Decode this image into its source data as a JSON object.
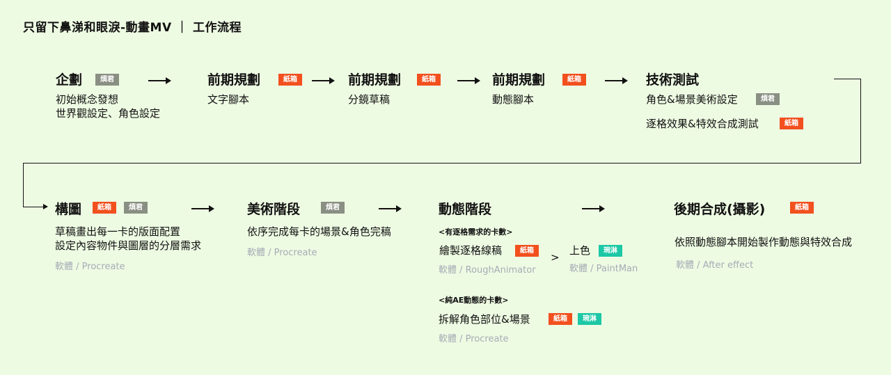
{
  "title": "只留下鼻涕和眼淚-動畫MV ｜ 工作流程",
  "tags": {
    "orange": "紙箱",
    "gray": "煩君",
    "teal": "琬淋"
  },
  "colors": {
    "background": "#eefbe3",
    "tag_orange": "#f2501e",
    "tag_gray": "#8a8f84",
    "tag_teal": "#1cc8a5",
    "soft_text": "#a6acb5"
  },
  "row1": {
    "planning": {
      "title": "企劃",
      "desc1": "初始概念發想",
      "desc2": "世界觀設定、角色設定"
    },
    "pre1": {
      "title": "前期規劃",
      "desc": "文字腳本"
    },
    "pre2": {
      "title": "前期規劃",
      "desc": "分鏡草稿"
    },
    "pre3": {
      "title": "前期規劃",
      "desc": "動態腳本"
    },
    "tech": {
      "title": "技術測試",
      "item1": "角色&場景美術設定",
      "item2": "逐格效果&特效合成測試"
    }
  },
  "row2": {
    "layout": {
      "title": "構圖",
      "desc1": "草稿畫出每一卡的版面配置",
      "desc2": "設定內容物件與圖層的分層需求",
      "software": "軟體 / Procreate"
    },
    "art": {
      "title": "美術階段",
      "desc": "依序完成每卡的場景&角色完稿",
      "software": "軟體 / Procreate"
    },
    "motion": {
      "title": "動態階段",
      "frame_heading": "<有逐格需求的卡數>",
      "frame_task": "繪製逐格線稿",
      "frame_software": "軟體 / RoughAnimator",
      "chevron": ">",
      "color_task": "上色",
      "color_software": "軟體 / PaintMan",
      "ae_heading": "<純AE動態的卡數>",
      "ae_task": "拆解角色部位&場景",
      "ae_software": "軟體 / Procreate"
    },
    "post": {
      "title": "後期合成(攝影)",
      "desc": "依照動態腳本開始製作動態與特效合成",
      "software": "軟體 / After effect"
    }
  }
}
